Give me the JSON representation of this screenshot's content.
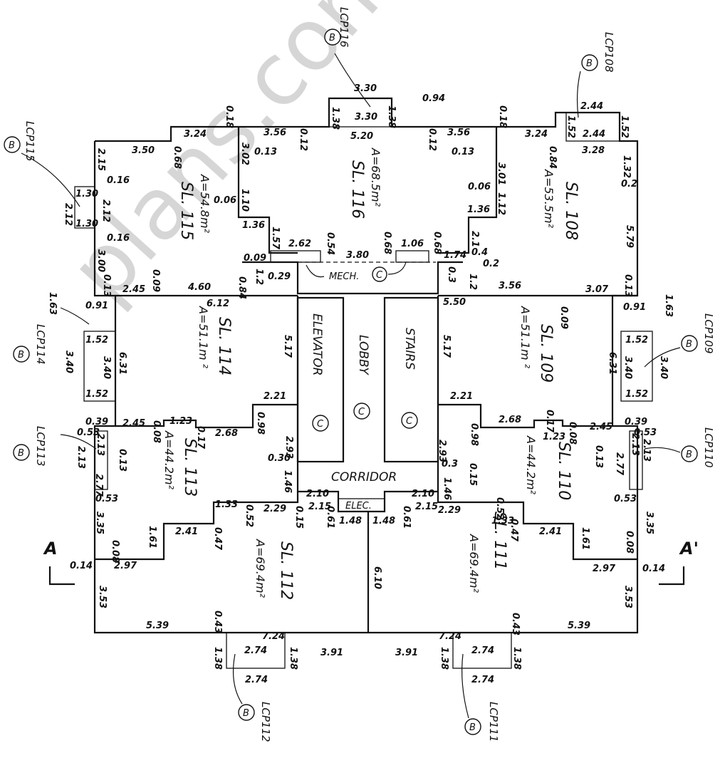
{
  "watermark": "plans.com",
  "section": {
    "left": "A",
    "right": "A'"
  },
  "rooms": {
    "sl116": {
      "name": "SL. 116",
      "area": "A=68.5m²"
    },
    "sl115": {
      "name": "SL. 115",
      "area": "A=54.8m²"
    },
    "sl108": {
      "name": "SL. 108",
      "area": "A=53.5m²"
    },
    "sl114": {
      "name": "SL. 114",
      "area": "A=51.1m ²"
    },
    "sl109": {
      "name": "SL. 109",
      "area": "A=51.1m ²"
    },
    "sl113": {
      "name": "SL. 113",
      "area": "A=44.2m²"
    },
    "sl110": {
      "name": "SL. 110",
      "area": "A=44.2m²"
    },
    "sl112": {
      "name": "SL. 112",
      "area": "A=69.4m²"
    },
    "sl111": {
      "name": "SL. 111",
      "area": "A=69.4m²"
    }
  },
  "labels": {
    "elevator": "ELEVATOR",
    "lobby": "LOBBY",
    "stairs": "STAIRS",
    "corridor": "CORRIDOR",
    "mech": "MECH.",
    "elec": "ELEC."
  },
  "common_marker": "C",
  "lcp_marker": "B",
  "lcp": {
    "lcp116": "LCP116",
    "lcp108": "LCP108",
    "lcp115": "LCP115",
    "lcp114": "LCP114",
    "lcp109": "LCP109",
    "lcp113": "LCP113",
    "lcp110": "LCP110",
    "lcp112": "LCP112",
    "lcp111": "LCP111"
  },
  "dims": {
    "d330a": "3.30",
    "d330b": "3.30",
    "d138a": "1.38",
    "d138b": "1.38",
    "d094": "0.94",
    "d018a": "0.18",
    "d356a": "3.56",
    "d012a": "0.12",
    "d520": "5.20",
    "d012b": "0.12",
    "d356b": "3.56",
    "d018b": "0.18",
    "d324a": "3.24",
    "d324b": "3.24",
    "d013a": "0.13",
    "d013b": "0.13",
    "d068a": "0.68",
    "d084a": "0.84",
    "d244a": "2.44",
    "d244b": "2.44",
    "d152a": "1.52",
    "d152b": "1.52",
    "d328": "3.28",
    "d132": "1.32",
    "d020": "0.2",
    "d350": "3.50",
    "d215": "2.15",
    "d016a": "0.16",
    "d130a": "1.30",
    "d212a": "2.12",
    "d212b": "2.12",
    "d130b": "1.30",
    "d016b": "0.16",
    "d300": "3.00",
    "d013c": "0.13",
    "d302": "3.02",
    "d006a": "0.06",
    "d110": "1.10",
    "d136a": "1.36",
    "d301": "3.01",
    "d006b": "0.06",
    "d112": "1.12",
    "d136b": "1.36",
    "d579": "5.79",
    "d157": "1.57",
    "d262": "2.62",
    "d054": "0.54",
    "d068b": "0.68",
    "d106": "1.06",
    "d068c": "0.68",
    "d009a": "0.09",
    "d380": "3.80",
    "d021": "2.1",
    "d004": "0.4",
    "d174": "1.74",
    "d002": "0.2",
    "d029": "0.29",
    "d012c": "1.2",
    "d003": "0.3",
    "d012d": "1.2",
    "d245a": "2.45",
    "d009b": "0.09",
    "d460": "4.60",
    "d084b": "0.84",
    "d356c": "3.56",
    "d307": "3.07",
    "d013d": "0.13",
    "d550": "5.50",
    "d091a": "0.91",
    "d091b": "0.91",
    "d163a": "1.63",
    "d163b": "1.63",
    "d612": "6.12",
    "d517a": "5.17",
    "d517b": "5.17",
    "d009c": "0.09",
    "d152c": "1.52",
    "d340a": "3.40",
    "d340b": "3.40",
    "d631a": "6.31",
    "d152d": "1.52",
    "d152e": "1.52",
    "d340c": "3.40",
    "d340d": "3.40",
    "d631b": "6.31",
    "d152f": "1.52",
    "d221a": "2.21",
    "d221b": "2.21",
    "d098a": "0.98",
    "d098b": "0.98",
    "d268a": "2.68",
    "d268b": "2.68",
    "d039a": "0.39",
    "d039b": "0.39",
    "d245b": "2.45",
    "d245c": "2.45",
    "d008a": "0.08",
    "d008b": "0.08",
    "d123a": "1.23",
    "d123b": "1.23",
    "d017a": "0.17",
    "d017b": "0.17",
    "d053a": "0.53",
    "d053b": "0.53",
    "d053c": "0.53",
    "d053d": "0.53",
    "d213a": "2.13",
    "d213b": "2.13",
    "d213c": "2.13",
    "d213d": "2.13",
    "d013e": "0.13",
    "d013f": "0.13",
    "d277a": "2.77",
    "d277b": "2.77",
    "d293a": "2.93",
    "d293b": "2.93",
    "d030": "0.30",
    "d003b": "0.3",
    "d146a": "1.46",
    "d146b": "1.46",
    "d015a": "0.15",
    "d210a": "2.10",
    "d210b": "2.10",
    "d215b": "2.15",
    "d215c": "2.15",
    "d061a": "0.61",
    "d061b": "0.61",
    "d015b": "0.15",
    "d133a": "1.33",
    "d133b": "1.33",
    "d229a": "2.29",
    "d229b": "2.29",
    "d052a": "0.52",
    "d052b": "0.52",
    "d148a": "1.48",
    "d148b": "1.48",
    "d047a": "0.47",
    "d047b": "0.47",
    "d241a": "2.41",
    "d241b": "2.41",
    "d161a": "1.61",
    "d161b": "1.61",
    "d335a": "3.35",
    "d335b": "3.35",
    "d008c": "0.08",
    "d008d": "0.08",
    "d014a": "0.14",
    "d014b": "0.14",
    "d297a": "2.97",
    "d297b": "2.97",
    "d610": "6.10",
    "d353a": "3.53",
    "d353b": "3.53",
    "d539a": "5.39",
    "d539b": "5.39",
    "d043a": "0.43",
    "d043b": "0.43",
    "d724a": "7.24",
    "d724b": "7.24",
    "d274a": "2.74",
    "d274b": "2.74",
    "d274c": "2.74",
    "d274d": "2.74",
    "d138c": "1.38",
    "d138d": "1.38",
    "d138e": "1.38",
    "d138f": "1.38",
    "d391a": "3.91",
    "d391b": "3.91"
  }
}
